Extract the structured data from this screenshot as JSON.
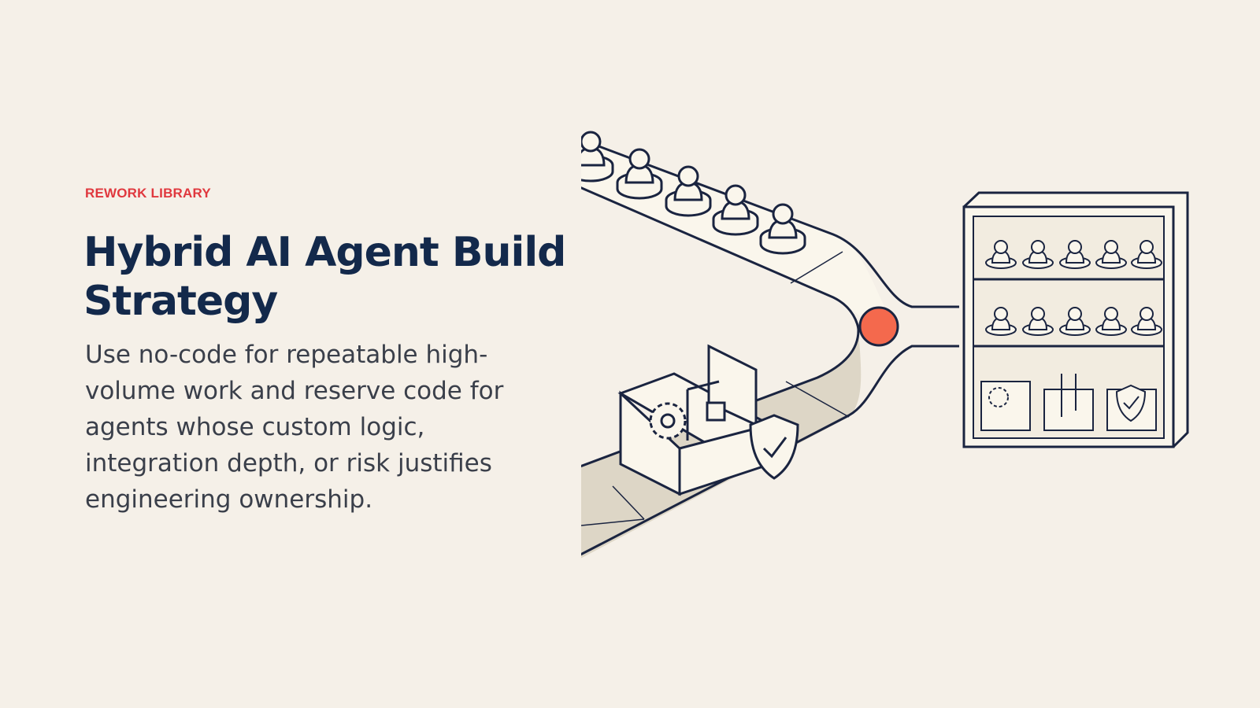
{
  "eyebrow": "REWORK LIBRARY",
  "title": "Hybrid AI Agent Build Strategy",
  "body": "Use no-code for repeatable high-volume work and reserve code for agents whose custom logic, integration depth, or risk justifies engineering ownership.",
  "colors": {
    "background": "#f5f0e8",
    "accent": "#e0383e",
    "title": "#13294b",
    "body": "#3a3f4a",
    "line": "#1a2440",
    "fill": "#faf6ec",
    "shade": "#ddd6c6",
    "node": "#f4694d"
  },
  "illustration": {
    "icons": [
      "person-icon",
      "gear-icon",
      "shield-check-icon",
      "tool-icon",
      "shelf-cabinet-icon",
      "junction-node-icon"
    ]
  }
}
